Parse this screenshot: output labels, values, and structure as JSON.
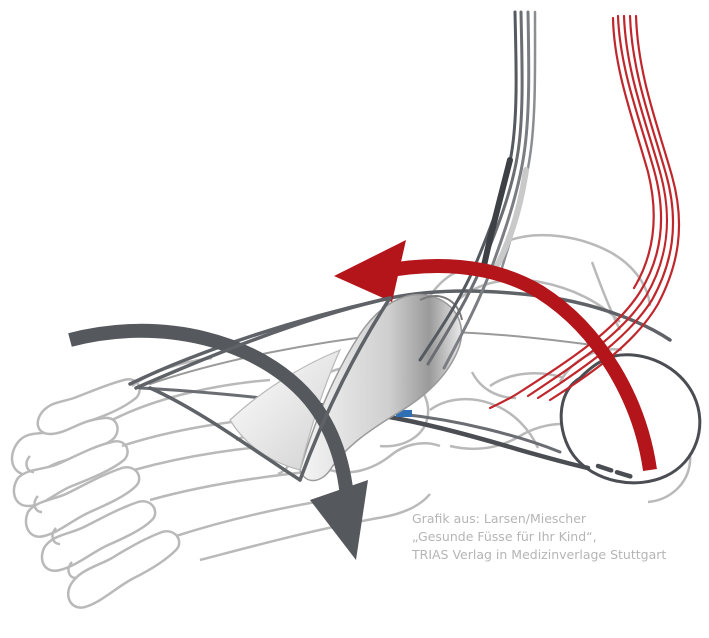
{
  "credit": {
    "line1": "Grafik aus: Larsen/Miescher",
    "line2": "„Gesunde Füsse für Ihr Kind“,",
    "line3": "TRIAS Verlag in Medizinverlage Stuttgart"
  },
  "colors": {
    "bone_outline": "#b9b9b9",
    "tendon_dark": "#555a60",
    "muscle_red": "#c0272d",
    "arrow_red": "#b3151b",
    "arrow_grey": "#55585c",
    "sling_fill": "#d9d9d9",
    "text": "#b5b5b5"
  }
}
